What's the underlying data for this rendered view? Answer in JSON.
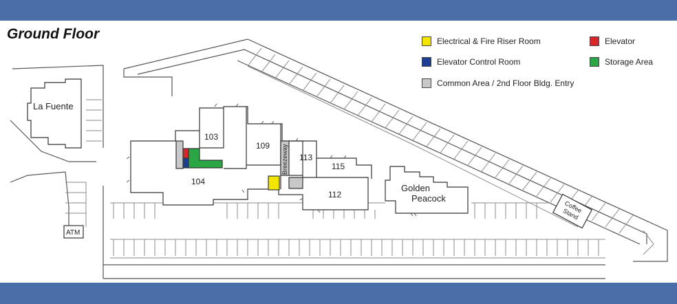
{
  "title": "Ground Floor",
  "colors": {
    "band": "#4a6fa8",
    "electrical": "#f2e600",
    "elevator": "#d8262b",
    "elevator_control": "#1c3f94",
    "storage": "#2aa744",
    "common": "#c8c8c8"
  },
  "legend": [
    {
      "label": "Electrical & Fire Riser Room",
      "color": "#f2e600"
    },
    {
      "label": "Elevator",
      "color": "#d8262b"
    },
    {
      "label": "Elevator Control Room",
      "color": "#1c3f94"
    },
    {
      "label": "Storage Area",
      "color": "#2aa744"
    },
    {
      "label": "Common Area / 2nd Floor Bldg. Entry",
      "color": "#c8c8c8"
    }
  ],
  "units": {
    "u103": "103",
    "u104": "104",
    "u109": "109",
    "u113": "113",
    "u115": "115",
    "u112": "112"
  },
  "labels": {
    "la_fuente": "La Fuente",
    "golden": "Golden",
    "peacock": "Peacock",
    "breezeway": "Breezeway",
    "coffee": "Coffee",
    "stand": "Stand",
    "atm": "ATM"
  }
}
